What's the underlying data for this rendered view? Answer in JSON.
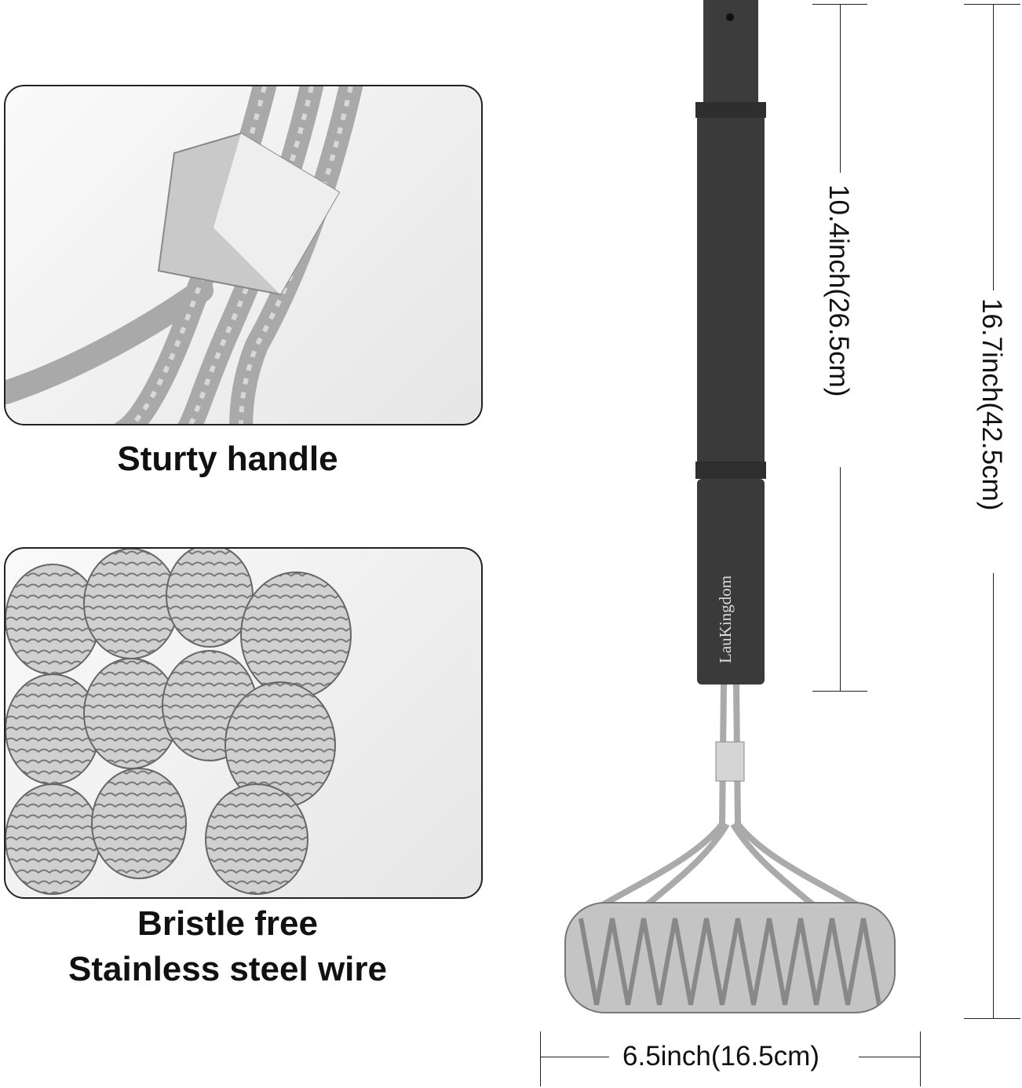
{
  "captions": {
    "handle": "Sturty handle",
    "bristle_line1": "Bristle free",
    "bristle_line2": "Stainless steel wire"
  },
  "dimensions": {
    "handle_length": "10.4inch(26.5cm)",
    "total_length": "16.7inch(42.5cm)",
    "head_width": "6.5inch(16.5cm)"
  },
  "brand": "LauKingdom",
  "colors": {
    "handle": "#3a3a3a",
    "steel": "#b8b8b8",
    "text": "#111111"
  }
}
